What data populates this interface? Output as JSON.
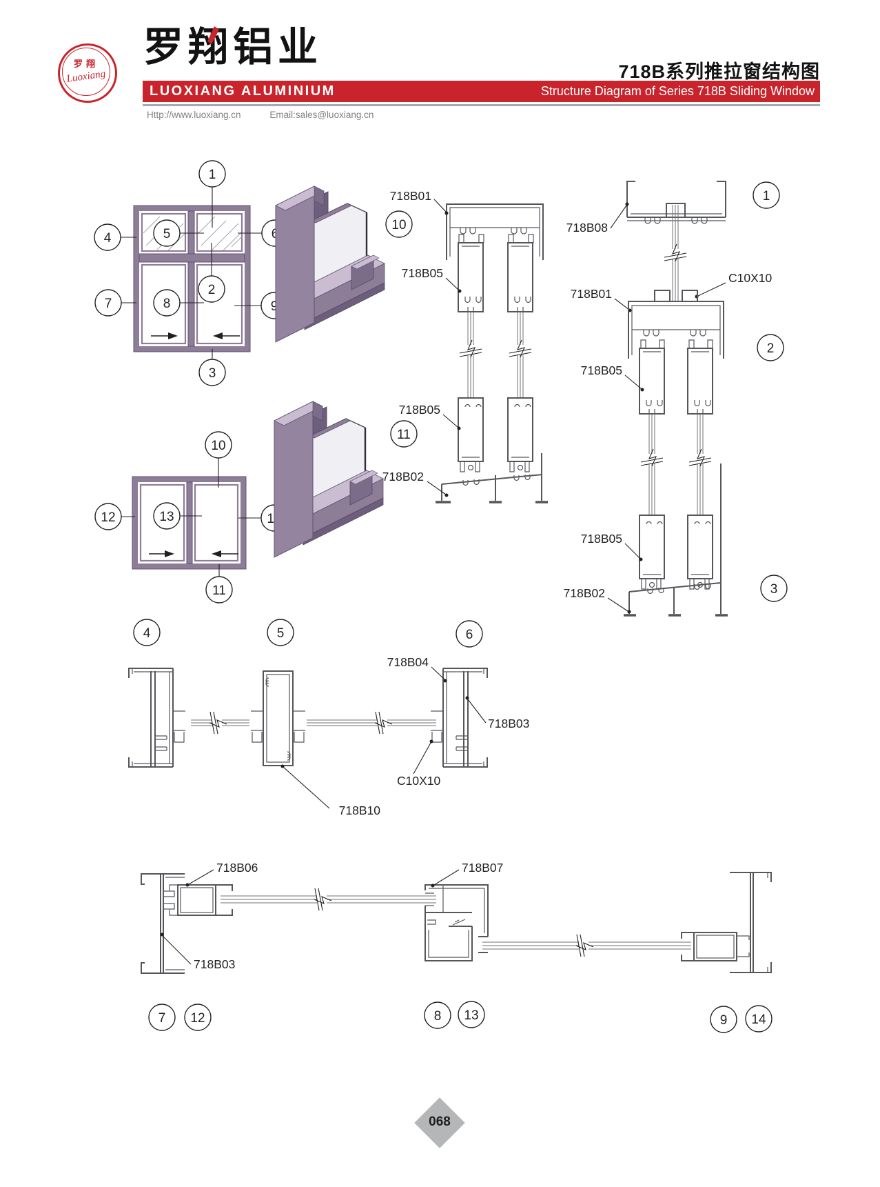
{
  "header": {
    "logo_cn": "罗翔",
    "logo_script": "Luoxiang",
    "company_cn": "罗翔铝业",
    "company_en": "LUOXIANG ALUMINIUM",
    "title_cn": "718B系列推拉窗结构图",
    "title_en": "Structure Diagram of Series 718B Sliding Window",
    "website": "Http://www.luoxiang.cn",
    "email": "Email:sales@luoxiang.cn"
  },
  "colors": {
    "brand_red": "#c9242b",
    "profile_purple": "#8d7d97",
    "drawing_gray": "#55565a",
    "diamond_gray": "#b5b6b8"
  },
  "callouts": {
    "c1": "1",
    "c2": "2",
    "c3": "3",
    "c4": "4",
    "c5": "5",
    "c6": "6",
    "c7": "7",
    "c8": "8",
    "c9": "9",
    "c10": "10",
    "c11": "11",
    "c12": "12",
    "c13": "13",
    "c14": "14"
  },
  "part_labels": {
    "b01": "718B01",
    "b02": "718B02",
    "b03": "718B03",
    "b04": "718B04",
    "b05": "718B05",
    "b06": "718B06",
    "b07": "718B07",
    "b08": "718B08",
    "b10": "718B10",
    "c10x10": "C10X10"
  },
  "footer": {
    "page_number": "068"
  }
}
